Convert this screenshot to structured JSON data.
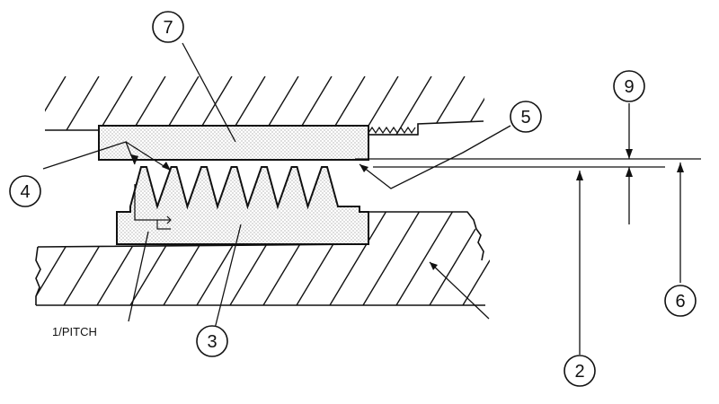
{
  "colors": {
    "ink": "#111111",
    "background": "#ffffff",
    "stipple": "#8a8a8a"
  },
  "callouts": {
    "ref_2": "2",
    "ref_3": "3",
    "ref_4": "4",
    "ref_5": "5",
    "ref_6": "6",
    "ref_7": "7",
    "ref_9": "9"
  },
  "labels": {
    "pitch": "1/PITCH"
  }
}
